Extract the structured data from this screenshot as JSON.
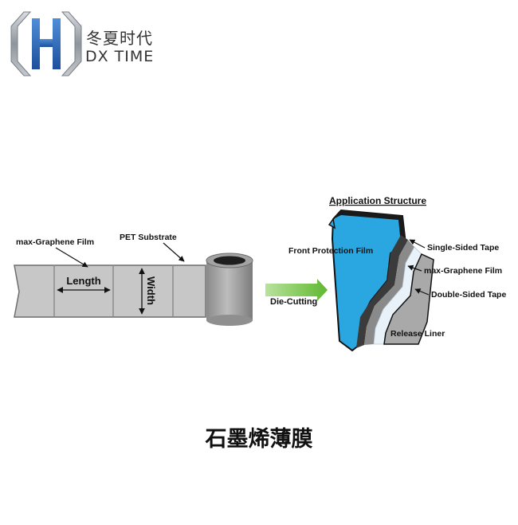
{
  "brand": {
    "name_cn": "冬夏时代",
    "name_en": "DX TIME",
    "logo_icon": "hexagon-h-logo"
  },
  "left_figure": {
    "film_label": "max-Graphene Film",
    "substrate_label": "PET Substrate",
    "length_label": "Length",
    "width_label": "Width"
  },
  "process": {
    "arrow_label": "Die-Cutting",
    "arrow_color": "#6abf3e"
  },
  "right_figure": {
    "title": "Application Structure",
    "layers": [
      "Front Protection Film",
      "Single-Sided Tape",
      "max-Graphene Film",
      "Double-Sided Tape",
      "Release Liner"
    ],
    "protection_color": "#2aa7e0"
  },
  "caption": "石墨烯薄膜"
}
